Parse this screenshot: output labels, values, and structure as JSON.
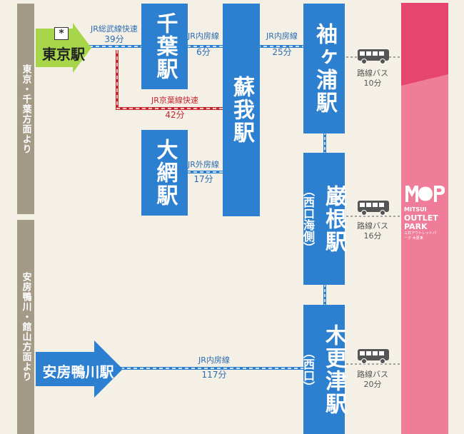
{
  "regions": [
    {
      "id": "tokyo",
      "text": "東京・千葉方面より"
    },
    {
      "id": "awa",
      "text": "安房鴨川・館山方面より"
    }
  ],
  "origins": {
    "tokyo": {
      "mark": "*",
      "name": "東京駅"
    },
    "awa": {
      "name": "安房鴨川駅"
    }
  },
  "stations": {
    "chiba": "千葉駅",
    "soga": "蘇我駅",
    "oami": "大網駅",
    "sodegaura": "袖ヶ浦駅",
    "ganne": "巌根駅",
    "ganne_note": "（西口海側）",
    "kisarazu": "木更津駅",
    "kisarazu_note": "（西口）"
  },
  "routes": {
    "sobu": {
      "line": "JR総武線快速",
      "time": "39分"
    },
    "uchibo1": {
      "line": "JR内房線",
      "time": "6分"
    },
    "uchibo2": {
      "line": "JR内房線",
      "time": "25分"
    },
    "keiyo": {
      "line": "JR京葉線快速",
      "time": "42分"
    },
    "sotobo": {
      "line": "JR外房線",
      "time": "17分"
    },
    "uchibo3": {
      "line": "JR内房線",
      "time": "117分"
    }
  },
  "buses": [
    {
      "line": "路線バス",
      "time": "10分"
    },
    {
      "line": "路線バス",
      "time": "16分"
    },
    {
      "line": "路線バス",
      "time": "20分"
    }
  ],
  "outlet": {
    "logo_letters": "MOP",
    "brand1": "MITSUI",
    "brand2": "OUTLET",
    "brand3": "PARK",
    "sub": "三井アウトレットパーク 木更津",
    "colors": {
      "top": "#e6466e",
      "body": "#ef7d99"
    }
  },
  "colors": {
    "station": "#2d7fd0",
    "origin_green": "#a8d64a",
    "jr_red": "#c6262e",
    "background": "#f4f0e6"
  }
}
